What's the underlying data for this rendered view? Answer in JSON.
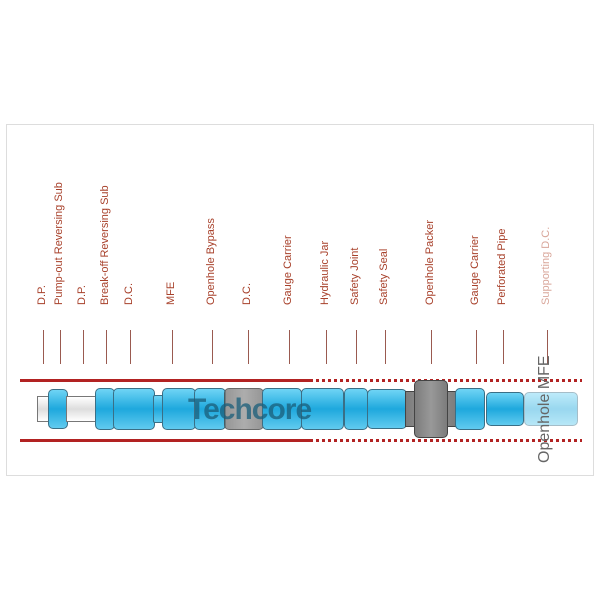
{
  "title": "Openhole MFE",
  "watermark": "Techcore",
  "labels": [
    "D.P.",
    "Pump-out Reversing Sub",
    "D.P.",
    "Break-off Reversing Sub",
    "D.C.",
    "MFE",
    "Openhole Bypass",
    "D.C.",
    "Gauge Carrier",
    "Hydraulic Jar",
    "Safety Joint",
    "Safety Seal",
    "Openhole Packer",
    "Gauge Carrier",
    "Perforated Pipe",
    "Supporting D.C."
  ],
  "colors": {
    "label": "#a8412b",
    "wall": "#b22222",
    "tool": "#1ea8dd",
    "packer": "#888888"
  }
}
